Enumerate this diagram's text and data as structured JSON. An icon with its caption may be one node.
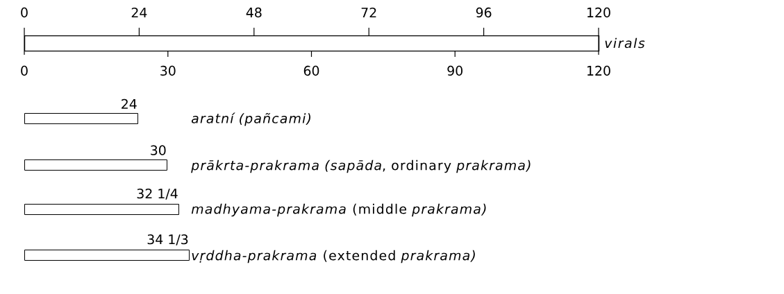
{
  "diagram": {
    "nodes": [
      {
        "text": [],
        "shape": "bar",
        "beside": [
          "virals"
        ]
      },
      {
        "text": [],
        "shape": "bar",
        "beside": [
          "24"
        ]
      },
      {
        "text": [],
        "shape": "bar",
        "beside": [
          "30"
        ]
      },
      {
        "text": [],
        "shape": "bar",
        "beside": [
          "32 1/4"
        ]
      },
      {
        "text": [],
        "shape": "bar",
        "beside": [
          "34 1/3"
        ]
      }
    ],
    "labels": [
      "0",
      "24",
      "48",
      "72",
      "96",
      "120",
      "0",
      "30",
      "60",
      "90",
      "120",
      "aratní (pañcami)",
      "*prākrta-prakrama (sapāda*, ordinary *prakrama)*",
      "*madhyama-prakrama* (middle *prakrama)*",
      "*vṛddha-prakrama* (extended *prakrama)*"
    ]
  }
}
